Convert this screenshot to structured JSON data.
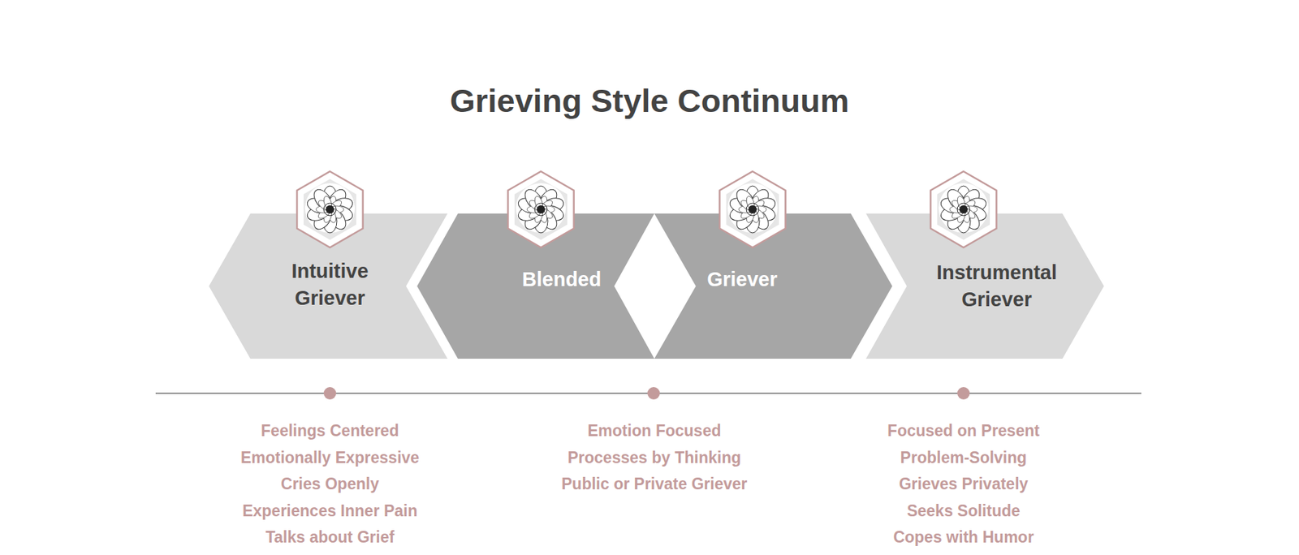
{
  "diagram": {
    "title": "Grieving Style Continuum",
    "nodes": [
      {
        "text": [
          "Intuitive Griever"
        ]
      },
      {
        "text": [
          "Blended"
        ]
      },
      {
        "text": [
          "Griever"
        ]
      },
      {
        "text": [
          "Instrumental Griever"
        ]
      }
    ],
    "labels": [
      "Feelings Centered",
      "Emotionally Expressive",
      "Cries Openly",
      "Experiences Inner Pain",
      "Talks about Grief",
      "Emotion Focused",
      "Processes by Thinking",
      "Public or Private Griever",
      "Focused on Present",
      "Problem-Solving",
      "Grieves Privately",
      "Seeks Solitude",
      "Copes with Humor"
    ]
  }
}
